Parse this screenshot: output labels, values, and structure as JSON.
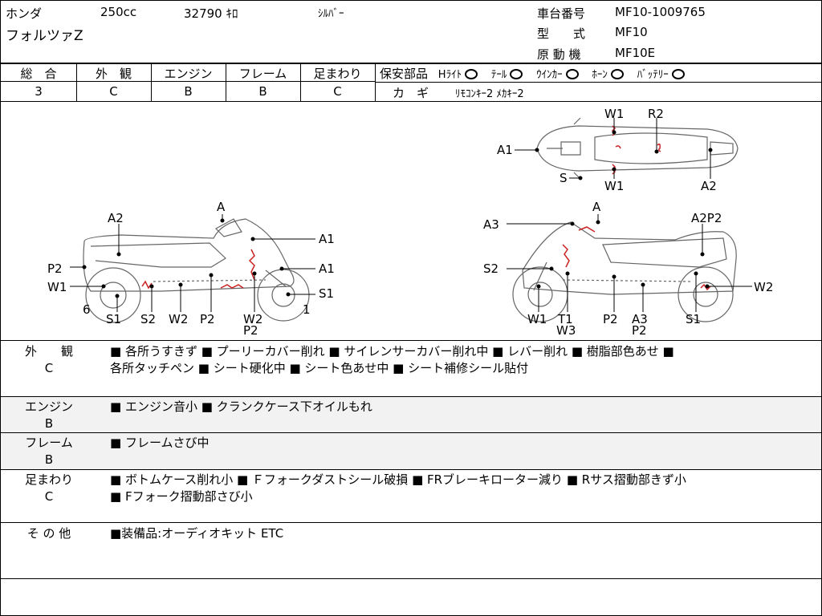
{
  "header": {
    "maker": "ホンダ",
    "cc": "250cc",
    "mileage": "32790 ｷﾛ",
    "color": "ｼﾙﾊﾞｰ",
    "model": "フォルツァZ",
    "chassis_label": "車台番号",
    "chassis_value": "MF10-1009765",
    "type_label": "型　　式",
    "type_value": "MF10",
    "engine_label": "原 動 機",
    "engine_value": "MF10E"
  },
  "ratings": {
    "cols": [
      {
        "label": "総　合",
        "value": "3"
      },
      {
        "label": "外　観",
        "value": "C"
      },
      {
        "label": "エンジン",
        "value": "B"
      },
      {
        "label": "フレーム",
        "value": "B"
      },
      {
        "label": "足まわり",
        "value": "C"
      }
    ]
  },
  "safety": {
    "label": "保安部品",
    "items": [
      "Hﾗｲﾄ",
      "ﾃｰﾙ",
      "ｳｲﾝｶｰ",
      "ﾎｰﾝ",
      "ﾊﾞｯﾃﾘｰ"
    ],
    "key_label": "カ　ギ",
    "key_value": "ﾘﾓｺﾝｷｰ2 ﾒｶｷｰ2"
  },
  "diagram": {
    "top": [
      "W1",
      "R2",
      "A1",
      "S",
      "W1",
      "A2"
    ],
    "left": [
      "A",
      "A2",
      "A1",
      "P2",
      "A1",
      "W1",
      "S1",
      "6",
      "1",
      "S1",
      "S2",
      "W2",
      "P2",
      "W2",
      "P2"
    ],
    "right": [
      "A",
      "A3",
      "A2P2",
      "S2",
      "W2",
      "W1",
      "T1",
      "W3",
      "P2",
      "A3",
      "P2",
      "S1"
    ]
  },
  "sections": [
    {
      "label": "外　　観",
      "grade": "C",
      "lines": [
        "■ 各所うすきず ■ プーリーカバー削れ ■ サイレンサーカバー削れ中 ■ レバー削れ ■ 樹脂部色あせ ■",
        "各所タッチペン ■ シート硬化中 ■ シート色あせ中 ■ シート補修シール貼付"
      ]
    },
    {
      "label": "エンジン",
      "grade": "B",
      "lines": [
        "■ エンジン音小 ■ クランクケース下オイルもれ"
      ]
    },
    {
      "label": "フレーム",
      "grade": "B",
      "lines": [
        "■ フレームさび中"
      ]
    },
    {
      "label": "足まわり",
      "grade": "C",
      "lines": [
        "■ ボトムケース削れ小 ■ Ｆフォークダストシール破損 ■ FRブレーキローター減り ■ Rサス摺動部きず小",
        "■ Fフォーク摺動部さび小"
      ]
    },
    {
      "label": "そ の 他",
      "grade": "",
      "lines": [
        "■装備品:オーディオキット ETC"
      ]
    }
  ]
}
